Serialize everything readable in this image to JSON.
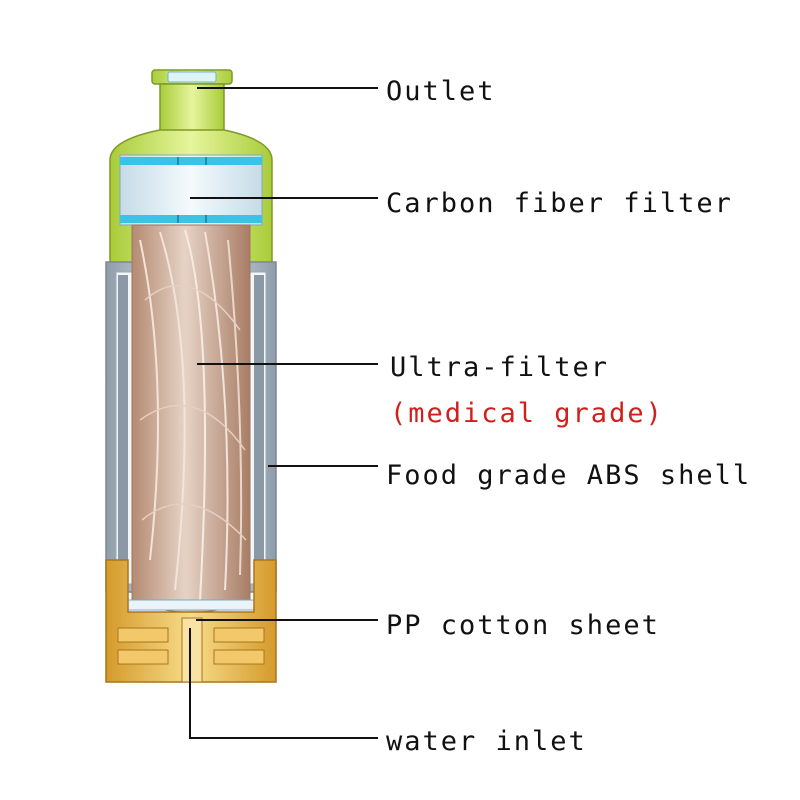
{
  "labels": {
    "outlet": "Outlet",
    "carbon_fiber_filter": "Carbon fiber filter",
    "ultra_filter": "Ultra-filter",
    "ultra_filter_note": "(medical grade)",
    "food_grade_shell": "Food grade ABS shell",
    "pp_cotton_sheet": "PP cotton sheet",
    "water_inlet": "water inlet"
  },
  "colors": {
    "cap_green": "#c8e66a",
    "cap_green_dark": "#8fb02c",
    "carbon_block": "#dfeff8",
    "carbon_ring": "#39c4e6",
    "shell": "#b9c6d3",
    "shell_inner": "#eef3f7",
    "fiber": "#c9a894",
    "base_gold": "#e7b84c",
    "note_red": "#d0201b"
  }
}
